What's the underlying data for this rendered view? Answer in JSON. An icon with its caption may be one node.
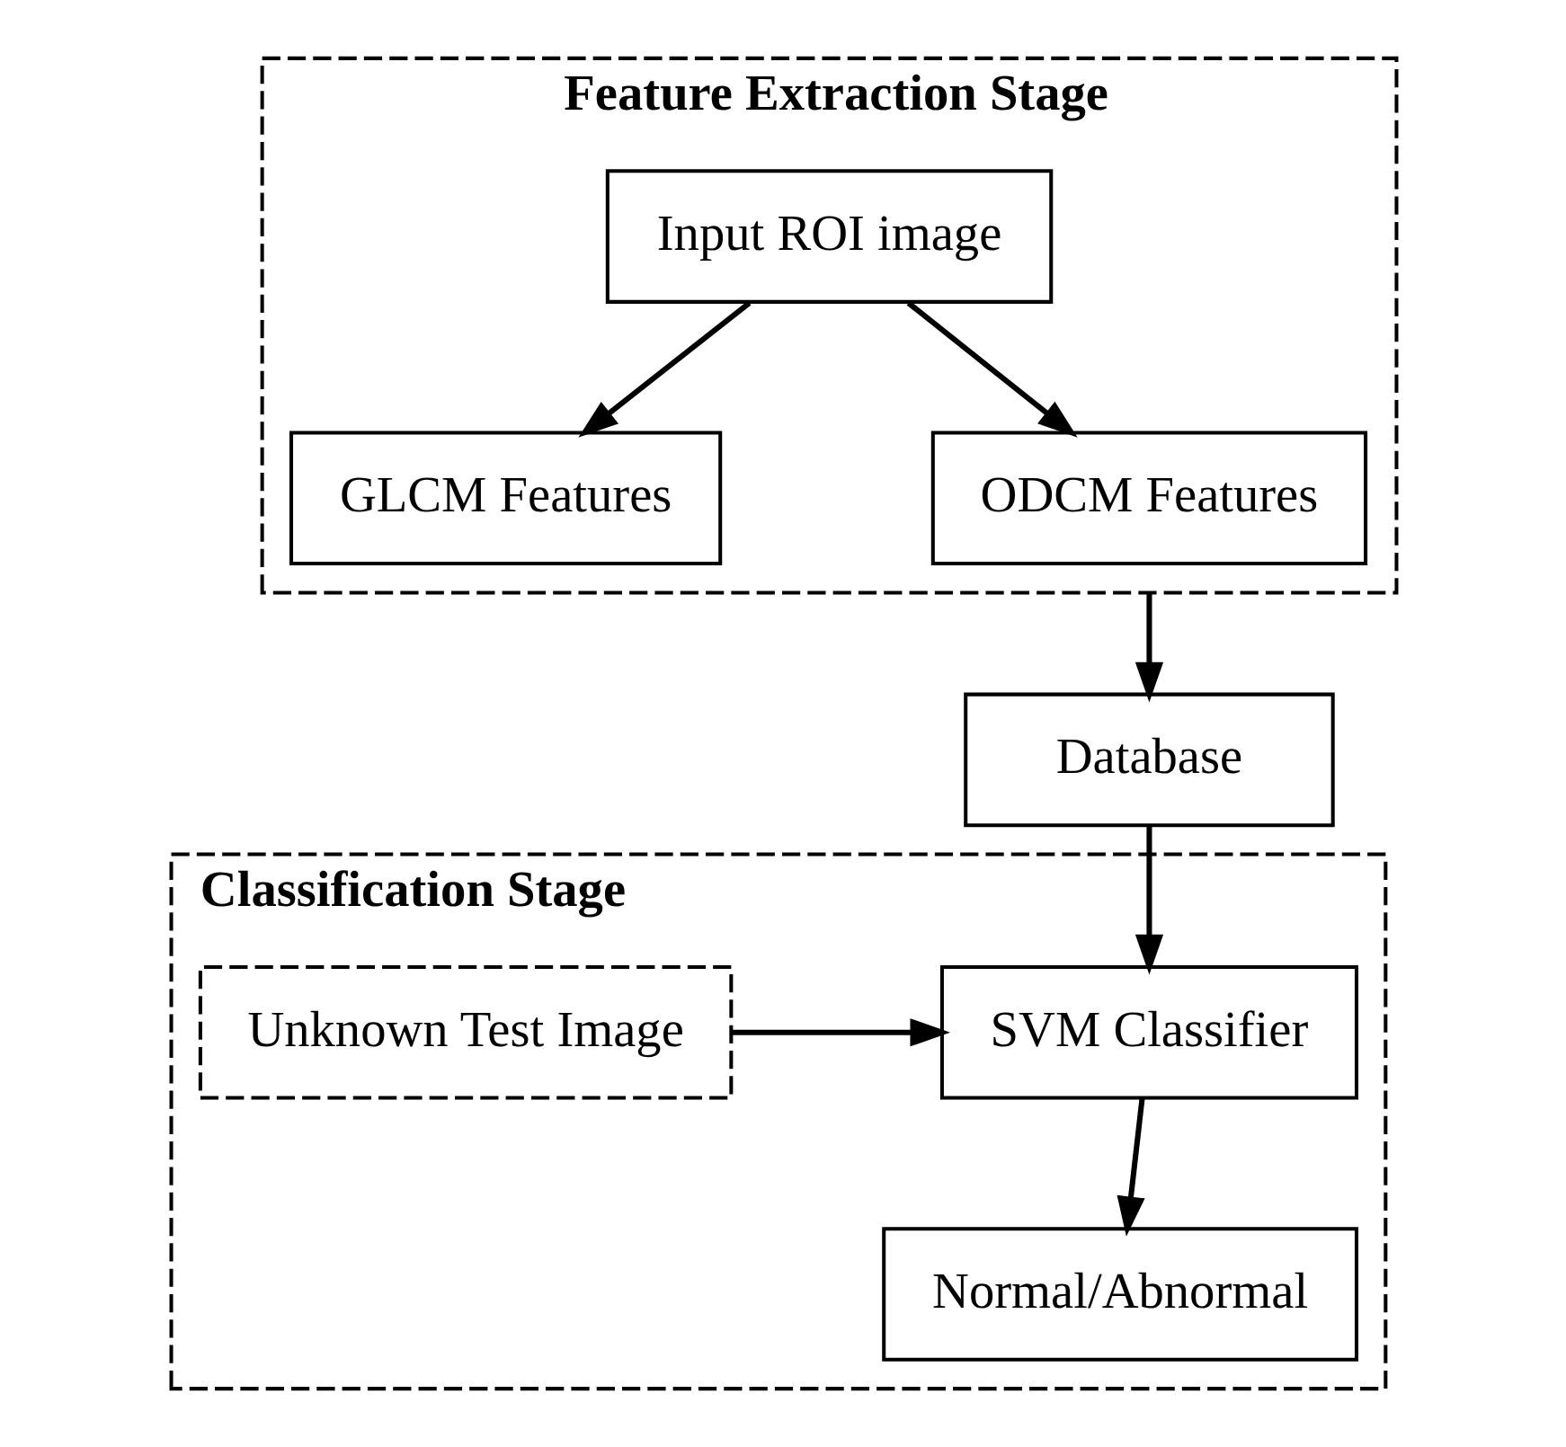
{
  "diagram": {
    "nodes": [
      {
        "text": [
          "Feature Extraction Stage"
        ]
      },
      {
        "text": [
          "Input ROI image"
        ],
        "in": 0
      },
      {
        "text": [
          "GLCM Features"
        ],
        "in": 0
      },
      {
        "text": [
          "ODCM Features"
        ],
        "in": 0
      },
      {
        "text": [
          "Database"
        ]
      },
      {
        "text": [
          "Classification Stage"
        ]
      },
      {
        "text": [
          "SVM Classifier"
        ],
        "in": 5
      },
      {
        "text": [
          "Unknown Test Image"
        ],
        "in": 5
      },
      {
        "text": [
          "Normal/Abnormal"
        ],
        "in": 5
      }
    ],
    "edges": [
      {
        "from": 1,
        "to": 2,
        "arrow": "to"
      },
      {
        "from": 1,
        "to": 3,
        "arrow": "to"
      },
      {
        "from": 0,
        "to": 4,
        "arrow": "to"
      },
      {
        "from": 4,
        "to": 6,
        "arrow": "to"
      },
      {
        "from": 7,
        "to": 6,
        "arrow": "to"
      },
      {
        "from": 6,
        "to": 8,
        "arrow": "to"
      }
    ]
  }
}
